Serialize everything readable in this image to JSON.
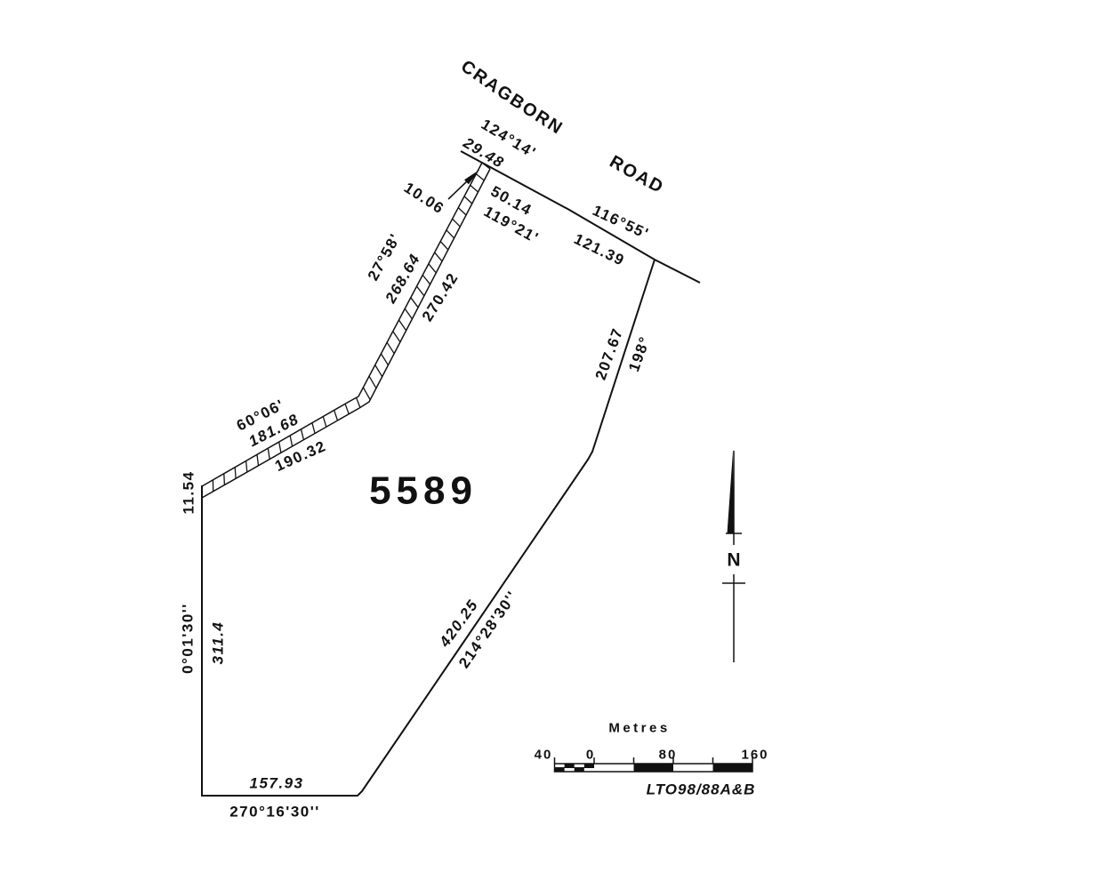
{
  "plan": {
    "parcel_number": "5589",
    "road_name": "CRAGBORN ROAD"
  },
  "road_frontage": {
    "northwest_extension": {
      "bearing": "124°14'",
      "distance": "29.48"
    },
    "segment_1": {
      "bearing": "119°21'",
      "distance": "50.14"
    },
    "segment_2": {
      "bearing": "116°55'",
      "distance": "121.39"
    },
    "strip_road_width": "10.06"
  },
  "access_strip": {
    "end_width": "11.54",
    "far_segment_1": {
      "bearing": "60°06'",
      "distance": "181.68"
    },
    "far_segment_2": {
      "bearing": "27°58'",
      "distance": "268.64"
    },
    "near_segment_1": {
      "distance": "190.32"
    },
    "near_segment_2": {
      "distance": "270.42"
    }
  },
  "boundaries": {
    "east": {
      "bearing": "198°",
      "distance": "207.67"
    },
    "southeast": {
      "bearing": "214°28'30''",
      "distance": "420.25"
    },
    "south": {
      "bearing": "270°16'30''",
      "distance": "157.93"
    },
    "west": {
      "bearing": "0°01'30''",
      "distance": "311.4"
    }
  },
  "north_indicator": {
    "label": "N"
  },
  "scale_bar": {
    "title": "Metres",
    "tick_labels": [
      "40",
      "0",
      "80",
      "160"
    ],
    "reference": "LTO98/88A&B"
  },
  "colors": {
    "ink": "#111111",
    "paper": "#ffffff"
  }
}
